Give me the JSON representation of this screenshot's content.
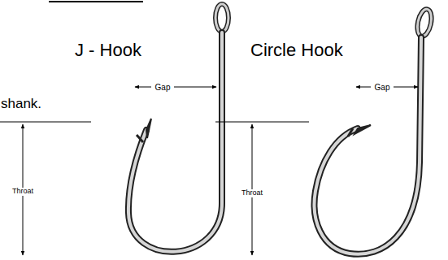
{
  "diagram": {
    "labels": [
      "J - Hook",
      "Circle Hook",
      "shank.",
      "Gap",
      "Throat",
      "Gap",
      "Throat"
    ]
  }
}
